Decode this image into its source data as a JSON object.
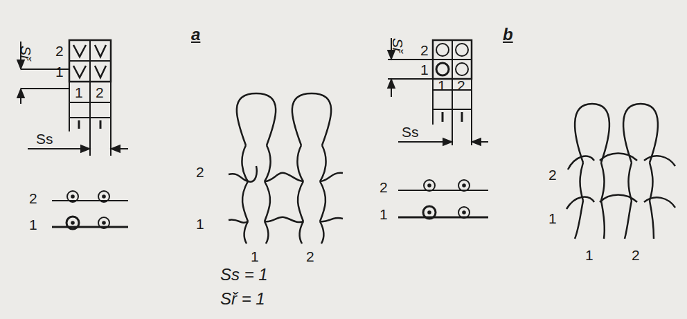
{
  "diagram": {
    "labels": [
      "a",
      "b",
      "Sř",
      "2",
      "1",
      "1",
      "2",
      "Ss",
      "2",
      "1",
      "2",
      "1",
      "1",
      "2",
      "Ss = 1",
      "Sř = 1",
      "Sř",
      "2",
      "1",
      "1",
      "2",
      "Ss",
      "2",
      "1",
      "2",
      "1",
      "1",
      "2"
    ]
  }
}
